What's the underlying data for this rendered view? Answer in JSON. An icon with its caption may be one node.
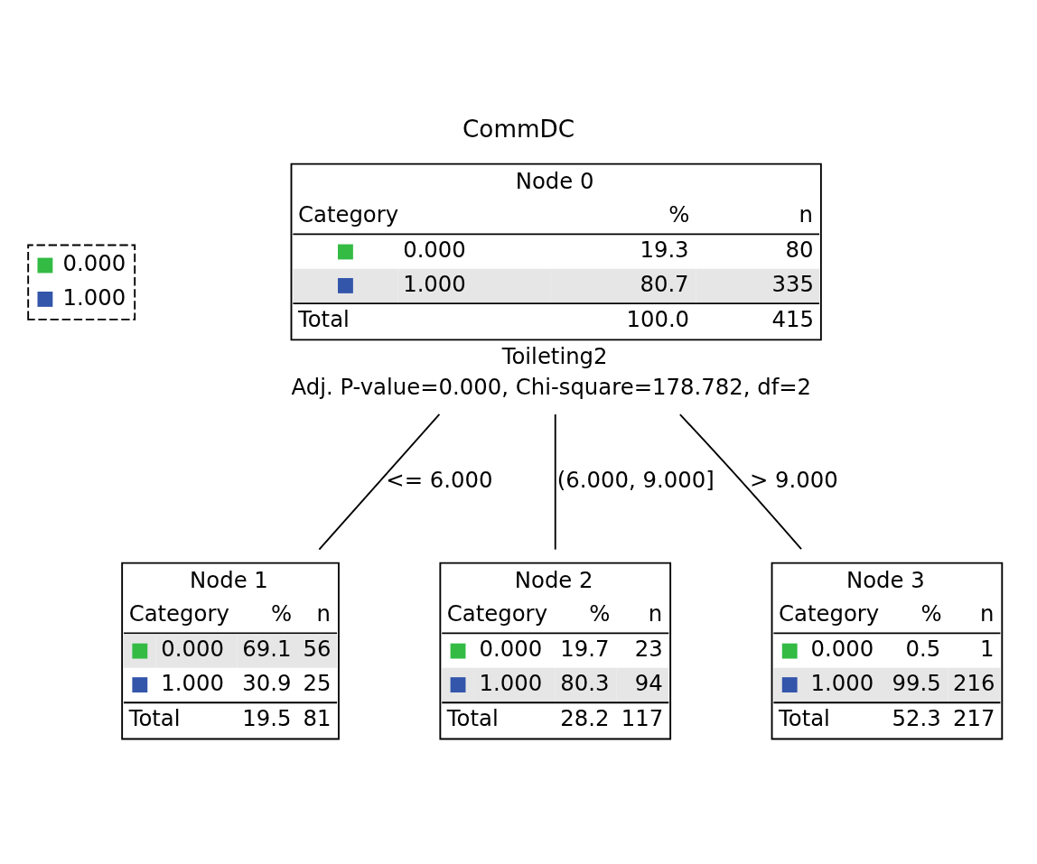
{
  "diagram": {
    "title": "CommDC",
    "nodes": [
      {
        "text": [
          "Node 0",
          "Category",
          "%",
          "n",
          "0.000",
          "19.3",
          "80",
          "1.000",
          "80.7",
          "335",
          "Total",
          "100.0",
          "415"
        ],
        "beside": [
          "Toileting2",
          "Adj. P-value=0.000, Chi-square=178.782, df=2"
        ]
      },
      {
        "text": [
          "Node 1",
          "Category",
          "%",
          "n",
          "0.000",
          "69.1",
          "56",
          "1.000",
          "30.9",
          "25",
          "Total",
          "19.5",
          "81"
        ]
      },
      {
        "text": [
          "Node 2",
          "Category",
          "%",
          "n",
          "0.000",
          "19.7",
          "23",
          "1.000",
          "80.3",
          "94",
          "Total",
          "28.2",
          "117"
        ]
      },
      {
        "text": [
          "Node 3",
          "Category",
          "%",
          "n",
          "0.000",
          "0.5",
          "1",
          "1.000",
          "99.5",
          "216",
          "Total",
          "52.3",
          "217"
        ]
      }
    ],
    "edges": [
      {
        "from": 0,
        "to": 1,
        "arrow": "none",
        "label": "<= 6.000"
      },
      {
        "from": 0,
        "to": 2,
        "arrow": "none",
        "label": "(6.000, 9.000]"
      },
      {
        "from": 0,
        "to": 3,
        "arrow": "none",
        "label": "> 9.000"
      }
    ],
    "legend": [
      {
        "text": "0.000",
        "color": "#33bb44"
      },
      {
        "text": "1.000",
        "color": "#3355aa"
      }
    ]
  }
}
